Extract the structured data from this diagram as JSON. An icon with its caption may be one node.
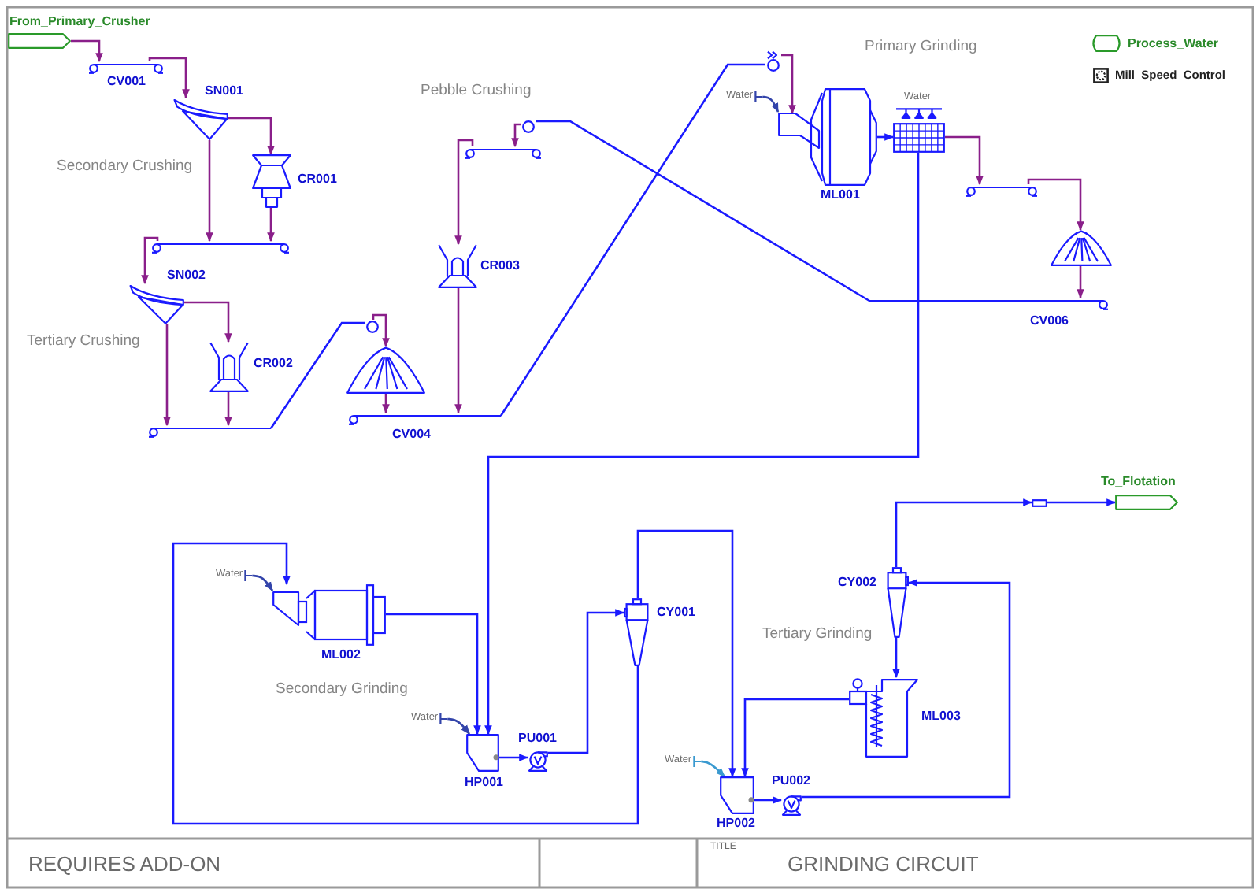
{
  "diagram": {
    "title": "GRINDING CIRCUIT",
    "nodes": [
      {
        "text": [],
        "shape": "pentagon",
        "beside": [
          "From_Primary_Crusher"
        ]
      },
      {
        "text": [],
        "shape": "conveyor",
        "beside": [
          "CV001"
        ]
      },
      {
        "text": [],
        "shape": "screen",
        "beside": [
          "SN001"
        ]
      },
      {
        "text": [],
        "shape": "crusher",
        "beside": [
          "CR001"
        ]
      },
      {
        "text": [],
        "shape": "conveyor"
      },
      {
        "text": [],
        "shape": "screen",
        "beside": [
          "SN002"
        ]
      },
      {
        "text": [],
        "shape": "crusher",
        "beside": [
          "CR002"
        ]
      },
      {
        "text": [],
        "shape": "conveyor"
      },
      {
        "text": [],
        "shape": "circle"
      },
      {
        "text": [],
        "shape": "stockpile"
      },
      {
        "text": [],
        "shape": "conveyor",
        "beside": [
          "CV004"
        ]
      },
      {
        "text": [],
        "shape": "circle"
      },
      {
        "text": [
          "Water"
        ]
      },
      {
        "text": [],
        "shape": "mill",
        "beside": [
          "ML001"
        ]
      },
      {
        "text": [],
        "shape": "screen",
        "beside": [
          "Water"
        ]
      },
      {
        "text": [],
        "shape": "conveyor"
      },
      {
        "text": [],
        "shape": "stockpile"
      },
      {
        "text": [],
        "shape": "conveyor",
        "beside": [
          "CV006"
        ]
      },
      {
        "text": [],
        "shape": "circle"
      },
      {
        "text": [],
        "shape": "conveyor"
      },
      {
        "text": [],
        "shape": "crusher",
        "beside": [
          "CR003"
        ]
      },
      {
        "text": [],
        "shape": "capsule",
        "beside": [
          "Process_Water"
        ]
      },
      {
        "text": [],
        "shape": "controller",
        "beside": [
          "Mill_Speed_Control"
        ]
      },
      {
        "text": [
          "Water"
        ]
      },
      {
        "text": [],
        "shape": "mill",
        "beside": [
          "ML002"
        ]
      },
      {
        "text": [
          "Water"
        ]
      },
      {
        "text": [],
        "shape": "hopper",
        "beside": [
          "HP001"
        ]
      },
      {
        "text": [],
        "shape": "pump",
        "beside": [
          "PU001"
        ]
      },
      {
        "text": [],
        "shape": "cyclone",
        "beside": [
          "CY001"
        ]
      },
      {
        "text": [
          "Water"
        ]
      },
      {
        "text": [],
        "shape": "hopper",
        "beside": [
          "HP002"
        ]
      },
      {
        "text": [],
        "shape": "pump",
        "beside": [
          "PU002"
        ]
      },
      {
        "text": [],
        "shape": "cyclone",
        "beside": [
          "CY002"
        ]
      },
      {
        "text": [],
        "shape": "box"
      },
      {
        "text": [],
        "shape": "pentagon",
        "beside": [
          "To_Flotation"
        ]
      },
      {
        "text": [],
        "shape": "mill",
        "beside": [
          "ML003"
        ]
      }
    ],
    "edges": [
      {
        "from": 0,
        "to": 1,
        "arrow": "to"
      },
      {
        "from": 1,
        "to": 2,
        "arrow": "to"
      },
      {
        "from": 2,
        "to": 3,
        "arrow": "to"
      },
      {
        "from": 2,
        "to": 4,
        "arrow": "to"
      },
      {
        "from": 3,
        "to": 4,
        "arrow": "to"
      },
      {
        "from": 4,
        "to": 5,
        "arrow": "to"
      },
      {
        "from": 5,
        "to": 6,
        "arrow": "to"
      },
      {
        "from": 5,
        "to": 7,
        "arrow": "to"
      },
      {
        "from": 6,
        "to": 7,
        "arrow": "to"
      },
      {
        "from": 7,
        "to": 8,
        "arrow": "none",
        "color": "#1a1aff"
      },
      {
        "from": 8,
        "to": 9,
        "arrow": "to"
      },
      {
        "from": 9,
        "to": 10,
        "arrow": "to"
      },
      {
        "from": 10,
        "to": 11,
        "arrow": "none",
        "color": "#1a1aff"
      },
      {
        "from": 11,
        "to": 13,
        "arrow": "to"
      },
      {
        "from": 12,
        "to": 13,
        "arrow": "to",
        "color": "#3344aa"
      },
      {
        "from": 13,
        "to": 14,
        "arrow": "to",
        "color": "#1a1aff"
      },
      {
        "from": 14,
        "to": 15,
        "arrow": "to"
      },
      {
        "from": 15,
        "to": 16,
        "arrow": "to"
      },
      {
        "from": 16,
        "to": 17,
        "arrow": "to"
      },
      {
        "from": 17,
        "to": 18,
        "arrow": "none",
        "color": "#1a1aff"
      },
      {
        "from": 18,
        "to": 19,
        "arrow": "to"
      },
      {
        "from": 19,
        "to": 20,
        "arrow": "to"
      },
      {
        "from": 20,
        "to": 10,
        "arrow": "to"
      },
      {
        "from": 14,
        "to": 26,
        "arrow": "to",
        "color": "#1a1aff"
      },
      {
        "from": 28,
        "to": 24,
        "arrow": "to",
        "color": "#1a1aff"
      },
      {
        "from": 23,
        "to": 24,
        "arrow": "to",
        "color": "#3344aa"
      },
      {
        "from": 24,
        "to": 26,
        "arrow": "to",
        "color": "#1a1aff"
      },
      {
        "from": 25,
        "to": 26,
        "arrow": "to",
        "color": "#3344aa"
      },
      {
        "from": 26,
        "to": 27,
        "arrow": "to",
        "color": "#1a1aff"
      },
      {
        "from": 27,
        "to": 28,
        "arrow": "to",
        "color": "#1a1aff"
      },
      {
        "from": 28,
        "to": 30,
        "arrow": "to",
        "color": "#1a1aff"
      },
      {
        "from": 29,
        "to": 30,
        "arrow": "to",
        "color": "#3a9ad0"
      },
      {
        "from": 30,
        "to": 31,
        "arrow": "to",
        "color": "#1a1aff"
      },
      {
        "from": 31,
        "to": 32,
        "arrow": "to",
        "color": "#1a1aff"
      },
      {
        "from": 32,
        "to": 33,
        "arrow": "to",
        "color": "#1a1aff"
      },
      {
        "from": 33,
        "to": 34,
        "arrow": "to",
        "color": "#1a1aff"
      },
      {
        "from": 32,
        "to": 35,
        "arrow": "to",
        "color": "#1a1aff"
      },
      {
        "from": 35,
        "to": 30,
        "arrow": "to",
        "color": "#1a1aff"
      }
    ],
    "labels": [
      "Primary Grinding",
      "Pebble Crushing",
      "Secondary Crushing",
      "Tertiary Crushing",
      "Tertiary Grinding",
      "Secondary Grinding",
      "REQUIRES ADD-ON",
      "TITLE"
    ]
  }
}
